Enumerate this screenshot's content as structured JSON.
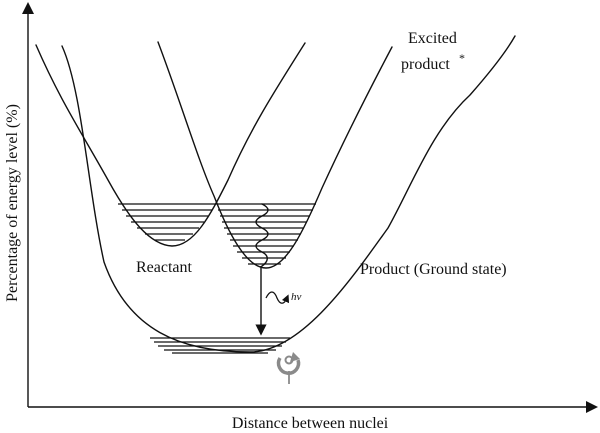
{
  "axes": {
    "y_label": "Percentage of energy level (%)",
    "x_label": "Distance between nuclei"
  },
  "labels": {
    "excited_line1": "Excited",
    "excited_line2": "product",
    "excited_star": "*",
    "reactant": "Reactant",
    "product": "Product (Ground state)",
    "photon": "hν"
  },
  "colors": {
    "ink": "#111111",
    "watermark": "#8a8a8a",
    "background": "#ffffff"
  },
  "icons": {
    "photon_wave": "wavy-arrow",
    "watermark": "recycle-circular-arrow"
  }
}
